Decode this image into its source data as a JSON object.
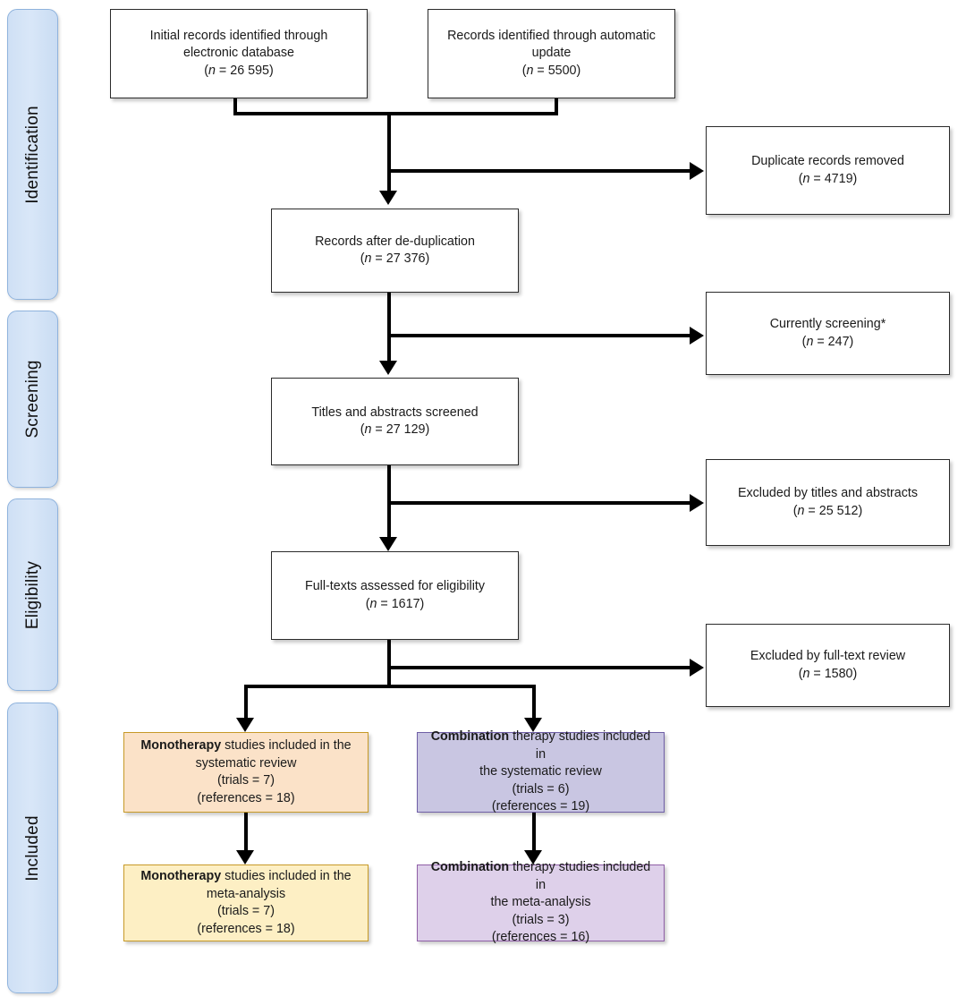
{
  "diagram": {
    "title": "PRISMA study selection flow diagram",
    "type": "flowchart"
  },
  "stages": [
    {
      "id": "identification",
      "label": "Identification"
    },
    {
      "id": "screening",
      "label": "Screening"
    },
    {
      "id": "eligibility",
      "label": "Eligibility"
    },
    {
      "id": "included",
      "label": "Included"
    }
  ],
  "nodes": {
    "initial_records": {
      "line1": "Initial records identified through",
      "line2": "electronic database",
      "count_prefix": "(",
      "count_italic": "n",
      "count_value": " = 26 595)"
    },
    "auto_update": {
      "line1": "Records identified through automatic",
      "line2": "update",
      "count_italic": "n",
      "count_value": " = 5500)"
    },
    "duplicates_removed": {
      "line1": "Duplicate records removed",
      "count_italic": "n",
      "count_value": " = 4719)"
    },
    "after_dedup": {
      "line1": "Records after de-duplication",
      "count_italic": "n",
      "count_value": " = 27 376)"
    },
    "currently_screening": {
      "line1": "Currently screening*",
      "count_italic": "n",
      "count_value": " = 247)"
    },
    "titles_screened": {
      "line1": "Titles and abstracts screened",
      "count_italic": "n",
      "count_value": " = 27 129)"
    },
    "excluded_titles": {
      "line1": "Excluded by titles and abstracts",
      "count_italic": "n",
      "count_value": " = 25 512)"
    },
    "fulltext_assessed": {
      "line1": "Full-texts assessed for eligibility",
      "count_italic": "n",
      "count_value": " = 1617)"
    },
    "excluded_fulltext": {
      "line1": "Excluded by full-text review",
      "count_italic": "n",
      "count_value": " = 1580)"
    },
    "mono_review": {
      "bold": "Monotherapy",
      "line1": " studies included in the",
      "line2": "systematic review",
      "trials": "(trials = 7)",
      "references": "(references = 18)"
    },
    "combo_review": {
      "bold": "Combination",
      "line1": " therapy studies included in",
      "line2": "the systematic review",
      "trials": "(trials = 6)",
      "references": "(references = 19)"
    },
    "mono_meta": {
      "bold": "Monotherapy",
      "line1": " studies included in the",
      "line2": "meta-analysis",
      "trials": "(trials = 7)",
      "references": "(references = 18)"
    },
    "combo_meta": {
      "bold": "Combination",
      "line1": " therapy studies included in",
      "line2": "the meta-analysis",
      "trials": "(trials = 3)",
      "references": "(references = 16)"
    }
  },
  "chart_data": {
    "type": "flowchart",
    "title": "PRISMA study selection flow diagram",
    "stages": [
      "Identification",
      "Screening",
      "Eligibility",
      "Included"
    ],
    "counts": {
      "initial_records_electronic_database": 26595,
      "records_automatic_update": 5500,
      "duplicate_records_removed": 4719,
      "records_after_de_duplication": 27376,
      "currently_screening": 247,
      "titles_and_abstracts_screened": 27129,
      "excluded_by_titles_and_abstracts": 25512,
      "full_texts_assessed_for_eligibility": 1617,
      "excluded_by_full_text_review": 1580,
      "monotherapy_systematic_review_trials": 7,
      "monotherapy_systematic_review_references": 18,
      "combination_systematic_review_trials": 6,
      "combination_systematic_review_references": 19,
      "monotherapy_meta_analysis_trials": 7,
      "monotherapy_meta_analysis_references": 18,
      "combination_meta_analysis_trials": 3,
      "combination_meta_analysis_references": 16
    },
    "colors": {
      "stage_band_fill": "#d3e3f7",
      "stage_band_border": "#8fb3dd",
      "node_border": "#2b2b2b",
      "monotherapy_review_fill": "#fbe2c8",
      "monotherapy_review_border": "#c79a28",
      "monotherapy_meta_fill": "#fdefc4",
      "monotherapy_meta_border": "#c79a28",
      "combination_review_fill": "#c9c6e2",
      "combination_review_border": "#6f5fa6",
      "combination_meta_fill": "#ded0ea",
      "combination_meta_border": "#8f5fa6"
    }
  }
}
